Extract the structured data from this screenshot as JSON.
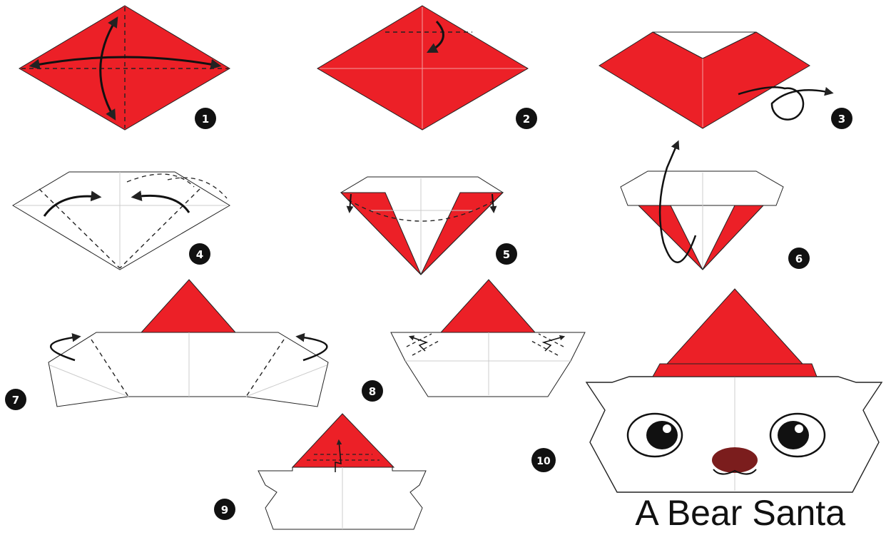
{
  "title": "A Bear Santa",
  "colors": {
    "paper_red": "#ec2027",
    "paper_white": "#ffffff",
    "outline": "#222222",
    "crease": "#bbbbbb",
    "nose": "#7b1d1d",
    "badge": "#111111"
  },
  "steps": [
    {
      "number": "1",
      "icon": "step-1-square-diamond"
    },
    {
      "number": "2",
      "icon": "step-2-fold-top-corner"
    },
    {
      "number": "3",
      "icon": "step-3-turn-over"
    },
    {
      "number": "4",
      "icon": "step-4-fold-sides"
    },
    {
      "number": "5",
      "icon": "step-5-fold-flaps"
    },
    {
      "number": "6",
      "icon": "step-6-fold-up"
    },
    {
      "number": "7",
      "icon": "step-7-fold-back-corners"
    },
    {
      "number": "8",
      "icon": "step-8-pleat-ears"
    },
    {
      "number": "9",
      "icon": "step-9-pleat-hat"
    },
    {
      "number": "10",
      "icon": "step-10-finished-bear-santa"
    }
  ]
}
